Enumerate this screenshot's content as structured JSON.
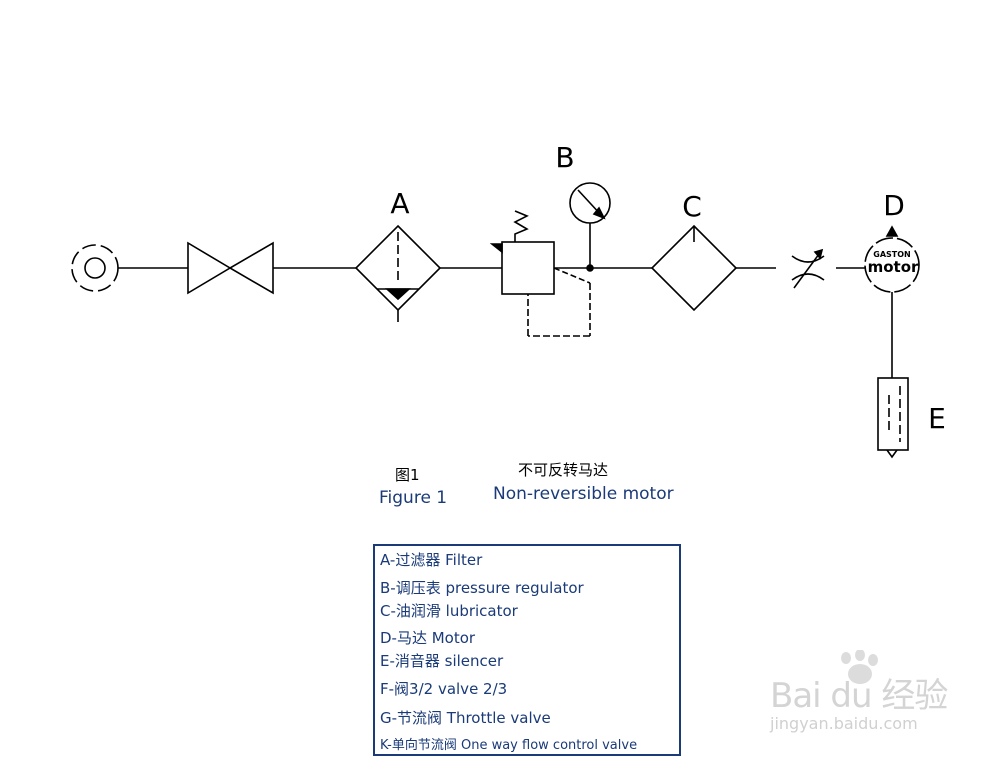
{
  "components": {
    "A": "A",
    "B": "B",
    "C": "C",
    "D": "D",
    "E": "E"
  },
  "motor_logo": {
    "brand": "GASTON",
    "word": "motor"
  },
  "caption": {
    "figure_cn": "图1",
    "figure_en": "Figure 1",
    "title_cn": "不可反转马达",
    "title_en": "Non-reversible motor"
  },
  "legend": [
    "A-过滤器  Filter",
    "B-调压表 pressure regulator",
    "C-油润滑 lubricator",
    "D-马达 Motor",
    "E-消音器 silencer",
    "F-阀3/2  valve 2/3",
    "G-节流阀 Throttle valve",
    "K-单向节流阀 One way flow control valve"
  ],
  "watermark": {
    "main": "Bai du 经验",
    "url": "jingyan.baidu.com"
  },
  "colors": {
    "line": "#000000",
    "legend_text": "#1a3a78",
    "watermark": "#d4d4d4"
  }
}
